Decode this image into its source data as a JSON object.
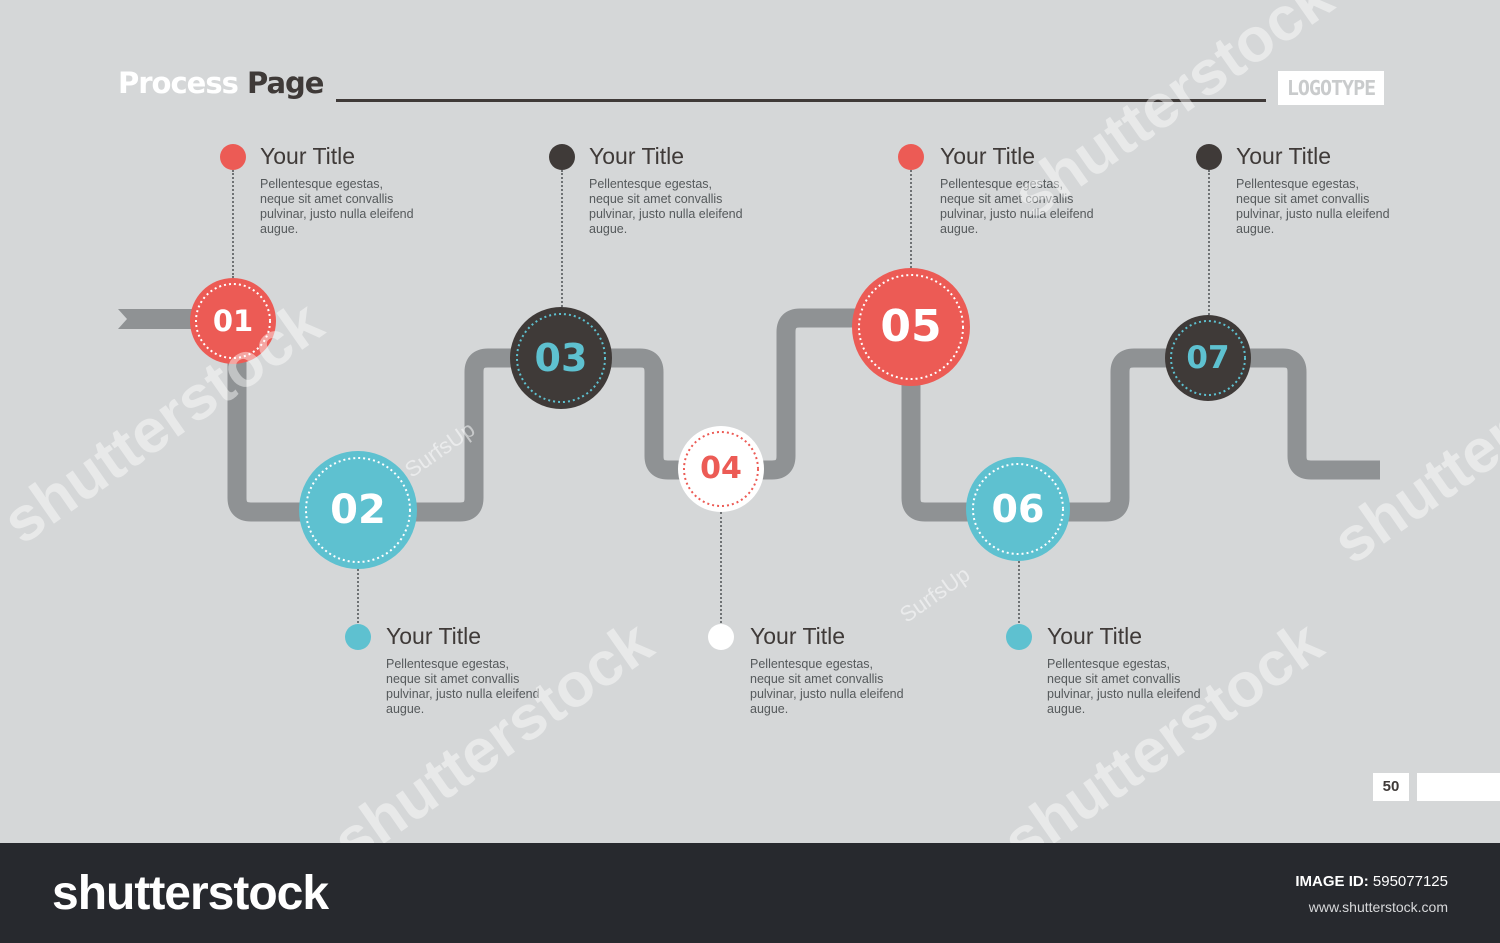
{
  "header": {
    "title_part1": "Process",
    "title_part2": "Page",
    "logo": "LOGOTYPE"
  },
  "colors": {
    "red": "#ec5b55",
    "blue": "#5ec1d0",
    "dark": "#3f3a38",
    "white": "#ffffff",
    "path": "#8f9294",
    "background": "#d5d7d8"
  },
  "steps": [
    {
      "number": "01",
      "color": "red",
      "title": "Your Title",
      "text": "Pellentesque egestas, neque sit amet convallis pulvinar, justo nulla eleifend augue."
    },
    {
      "number": "02",
      "color": "blue",
      "title": "Your Title",
      "text": "Pellentesque egestas, neque sit amet convallis pulvinar, justo nulla eleifend augue."
    },
    {
      "number": "03",
      "color": "dark",
      "title": "Your Title",
      "text": "Pellentesque egestas, neque sit amet convallis pulvinar, justo nulla eleifend augue."
    },
    {
      "number": "04",
      "color": "white",
      "title": "Your Title",
      "text": "Pellentesque egestas, neque sit amet convallis pulvinar, justo nulla eleifend augue."
    },
    {
      "number": "05",
      "color": "red",
      "title": "Your Title",
      "text": "Pellentesque egestas, neque sit amet convallis pulvinar, justo nulla eleifend augue."
    },
    {
      "number": "06",
      "color": "blue",
      "title": "Your Title",
      "text": "Pellentesque egestas, neque sit amet convallis pulvinar, justo nulla eleifend augue."
    },
    {
      "number": "07",
      "color": "dark",
      "title": "Your Title",
      "text": "Pellentesque egestas, neque sit amet convallis pulvinar, justo nulla eleifend augue."
    }
  ],
  "page_number": "50",
  "watermark": {
    "brand": "shutterstock",
    "brand_short": "shutterst",
    "sub": "SurfsUp"
  },
  "footer": {
    "logo": "shutterstock",
    "image_id_label": "IMAGE ID:",
    "image_id": "595077125",
    "url": "www.shutterstock.com"
  }
}
